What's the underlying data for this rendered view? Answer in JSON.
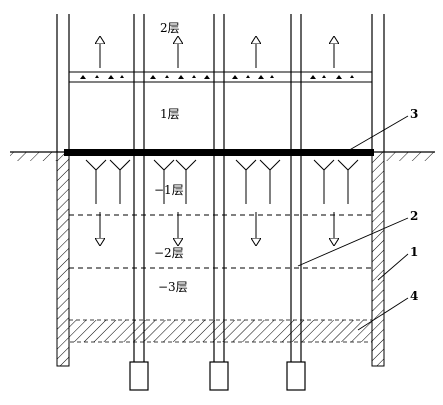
{
  "floors": {
    "f2": "2层",
    "f1": "1层",
    "b1": "−1层",
    "b2": "−2层",
    "b3": "−3层"
  },
  "callouts": {
    "c1": "1",
    "c2": "2",
    "c3": "3",
    "c4": "4"
  }
}
